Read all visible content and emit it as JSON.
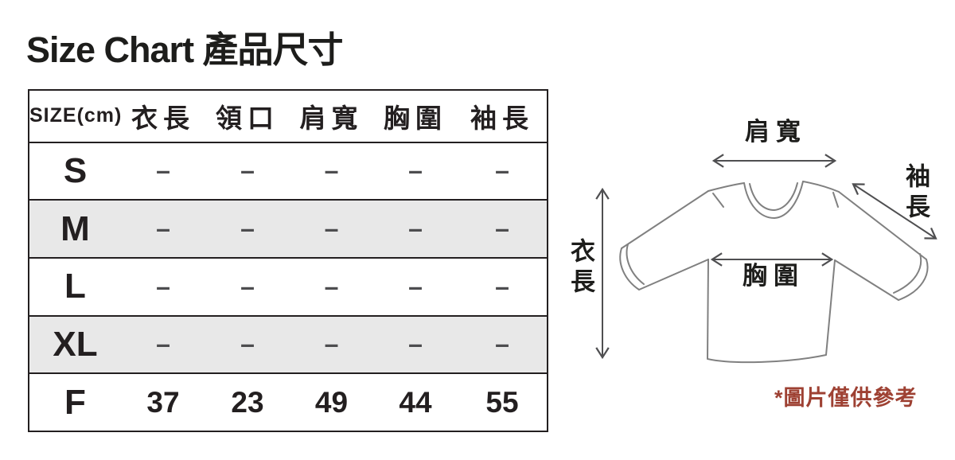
{
  "title": "Size Chart 產品尺寸",
  "table": {
    "header": [
      "SIZE(cm)",
      "衣長",
      "領口",
      "肩寬",
      "胸圍",
      "袖長"
    ],
    "rows": [
      {
        "size": "S",
        "shaded": false,
        "values": [
          "–",
          "–",
          "–",
          "–",
          "–"
        ]
      },
      {
        "size": "M",
        "shaded": true,
        "values": [
          "–",
          "–",
          "–",
          "–",
          "–"
        ]
      },
      {
        "size": "L",
        "shaded": false,
        "values": [
          "–",
          "–",
          "–",
          "–",
          "–"
        ]
      },
      {
        "size": "XL",
        "shaded": true,
        "values": [
          "–",
          "–",
          "–",
          "–",
          "–"
        ]
      },
      {
        "size": "F",
        "shaded": false,
        "values": [
          "37",
          "23",
          "49",
          "44",
          "55"
        ]
      }
    ]
  },
  "diagram": {
    "labels": {
      "shoulder": "肩寬",
      "sleeve": "袖長",
      "length": "衣長",
      "chest": "胸圍"
    },
    "note": "*圖片僅供參考"
  },
  "colors": {
    "shaded_row": "#e8e8e8",
    "table_border": "#231f20",
    "dash_gray": "#4d4d4f",
    "note_red": "#9e4133",
    "sketch_line": "#808080",
    "arrow_line": "#4f4f51"
  }
}
